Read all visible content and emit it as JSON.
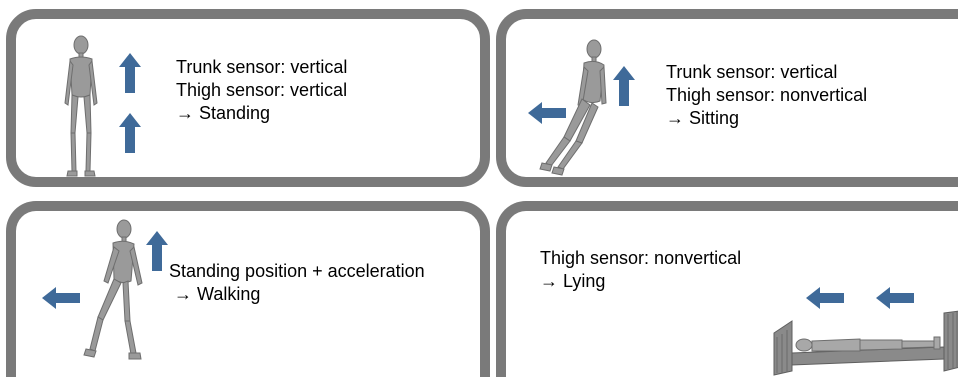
{
  "panels": {
    "standing": {
      "lines": [
        "Trunk sensor: vertical",
        "Thigh sensor: vertical",
        "→ Standing"
      ],
      "arrows": [
        "up-arrow-icon",
        "up-arrow-icon"
      ]
    },
    "sitting": {
      "lines": [
        "Trunk sensor: vertical",
        "Thigh sensor: nonvertical",
        "→ Sitting"
      ],
      "arrows": [
        "left-arrow-icon",
        "up-arrow-icon"
      ]
    },
    "walking": {
      "lines": [
        "Standing position + acceleration",
        " → Walking"
      ],
      "arrows": [
        "left-arrow-icon",
        "up-arrow-icon"
      ]
    },
    "lying": {
      "lines": [
        "Thigh sensor: nonvertical",
        "→ Lying"
      ],
      "arrows": [
        "left-arrow-icon",
        "left-arrow-icon"
      ]
    }
  },
  "colors": {
    "panel_border": "#7a7a7a",
    "arrow": "#3f6a99",
    "mannequin": "#9a9a9a",
    "bed": "#8a8a8a"
  }
}
